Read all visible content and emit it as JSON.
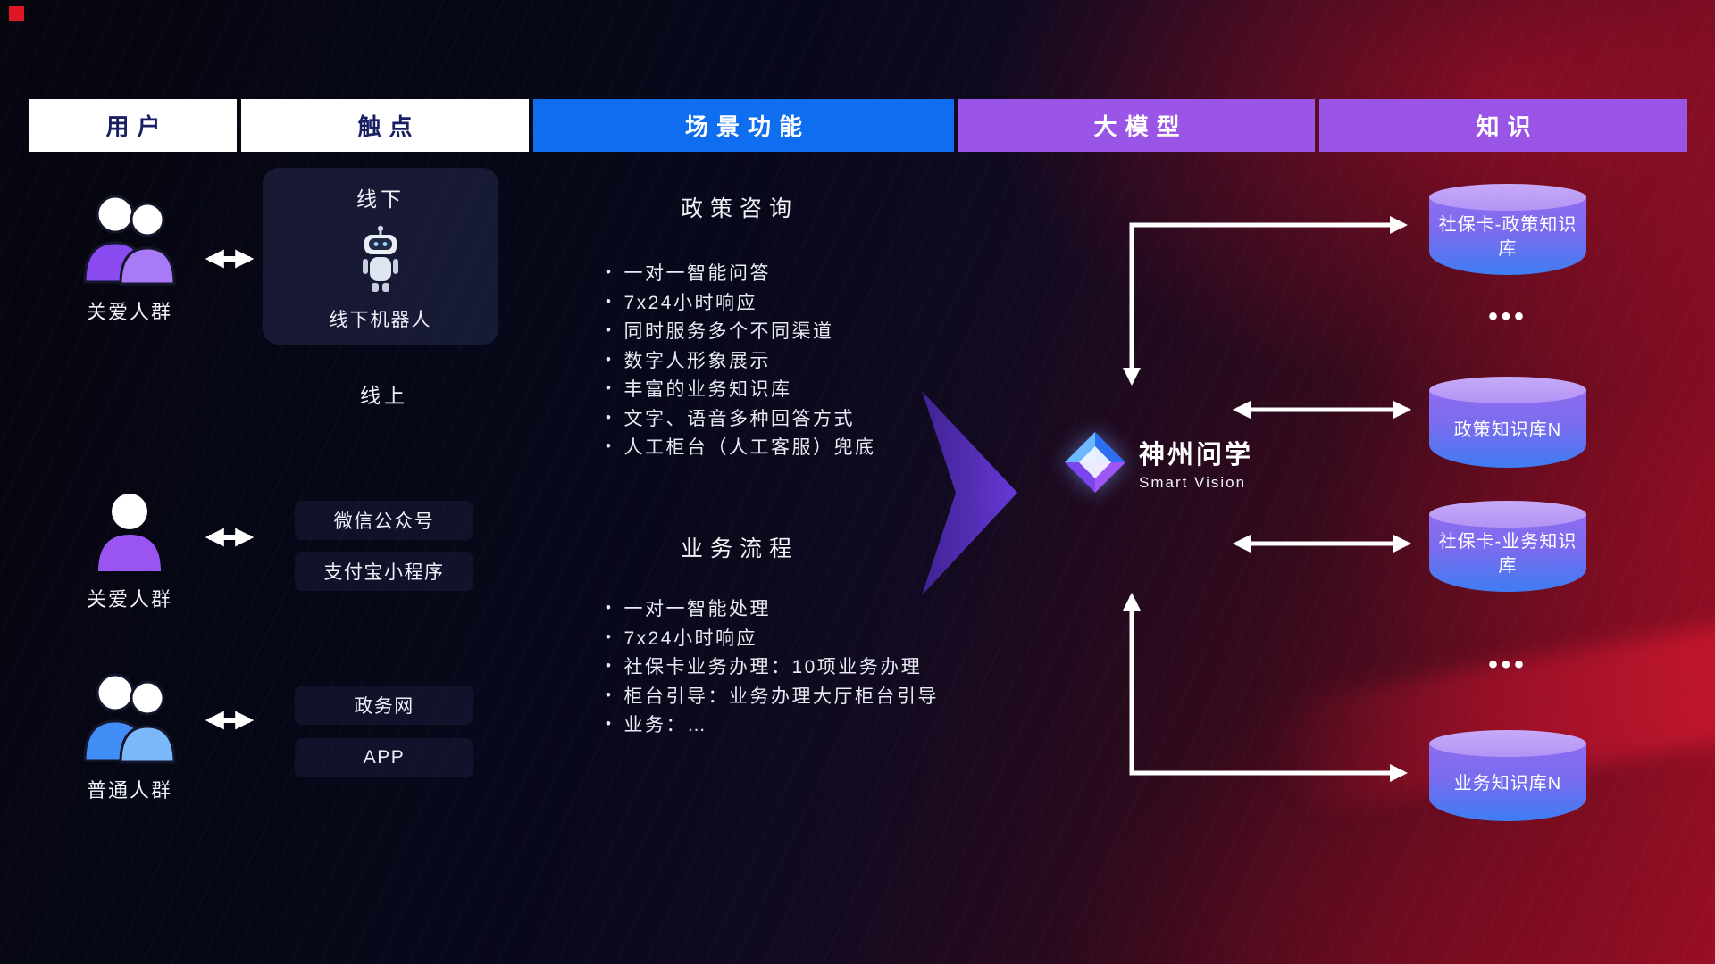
{
  "header": {
    "columns": [
      {
        "label": "用户",
        "style": "light"
      },
      {
        "label": "触点",
        "style": "light"
      },
      {
        "label": "场景功能",
        "style": "blue"
      },
      {
        "label": "大模型",
        "style": "purple"
      },
      {
        "label": "知识",
        "style": "purple"
      }
    ]
  },
  "users": [
    {
      "label": "关爱人群",
      "icon": "people-group-purple"
    },
    {
      "label": "关爱人群",
      "icon": "person-purple"
    },
    {
      "label": "普通人群",
      "icon": "people-group-blue"
    }
  ],
  "touchpoints": {
    "offline_title": "线下",
    "offline_robot_label": "线下机器人",
    "online_label": "线上",
    "channels": [
      "微信公众号",
      "支付宝小程序",
      "政务网",
      "APP"
    ]
  },
  "scenarios": [
    {
      "title": "政策咨询",
      "items": [
        "一对一智能问答",
        "7x24小时响应",
        "同时服务多个不同渠道",
        "数字人形象展示",
        "丰富的业务知识库",
        "文字、语音多种回答方式",
        "人工柜台（人工客服）兜底"
      ]
    },
    {
      "title": "业务流程",
      "items": [
        "一对一智能处理",
        "7x24小时响应",
        "社保卡业务办理：10项业务办理",
        "柜台引导：业务办理大厅柜台引导",
        "业务：…"
      ]
    }
  ],
  "model": {
    "name": "神州问学",
    "subtitle": "Smart Vision"
  },
  "knowledge": {
    "databases": [
      "社保卡-政策知识库",
      "政策知识库N",
      "社保卡-业务知识库",
      "业务知识库N"
    ],
    "ellipsis": "•••"
  },
  "colors": {
    "header-blue": "#0f6ef0",
    "header-purple": "#9b55e6",
    "header-light-text": "#1a1e63",
    "flow-arrow-purple": "#5f35cf",
    "cylinder-top": "#b393f5",
    "cylinder-purple": "#8f6cf0",
    "cylinder-blue": "#3f7cf2",
    "accent-red": "#c01030",
    "arrow-white": "#ffffff"
  }
}
